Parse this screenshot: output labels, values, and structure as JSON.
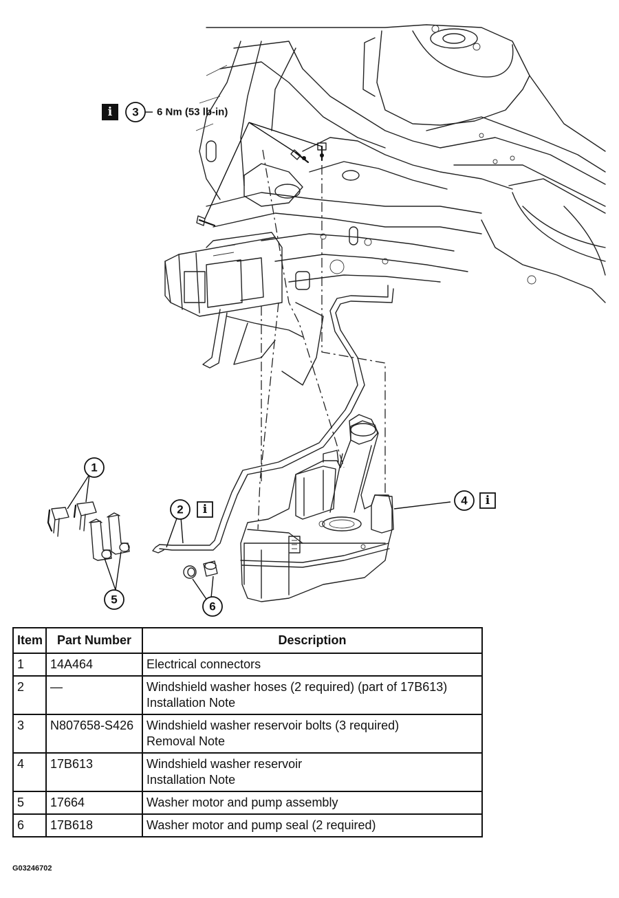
{
  "callouts": {
    "torque_item": "3",
    "torque_spec": "6 Nm (53 lb-in)",
    "item_1": "1",
    "item_2": "2",
    "item_4": "4",
    "item_5": "5",
    "item_6": "6",
    "info_icon": "info-icon"
  },
  "table": {
    "headers": [
      "Item",
      "Part Number",
      "Description"
    ],
    "rows": [
      {
        "item": "1",
        "part_number": "14A464",
        "description": [
          "Electrical connectors"
        ]
      },
      {
        "item": "2",
        "part_number": "—",
        "description": [
          "Windshield washer hoses (2 required) (part of 17B613)",
          "Installation Note"
        ]
      },
      {
        "item": "3",
        "part_number": "N807658-S426",
        "description": [
          "Windshield washer reservoir bolts (3 required)",
          "Removal Note"
        ]
      },
      {
        "item": "4",
        "part_number": "17B613",
        "description": [
          "Windshield washer reservoir",
          "Installation Note"
        ]
      },
      {
        "item": "5",
        "part_number": "17664",
        "description": [
          "Washer motor and pump assembly"
        ]
      },
      {
        "item": "6",
        "part_number": "17B618",
        "description": [
          "Washer motor and pump seal (2 required)"
        ]
      }
    ]
  },
  "figure_id": "G03246702"
}
